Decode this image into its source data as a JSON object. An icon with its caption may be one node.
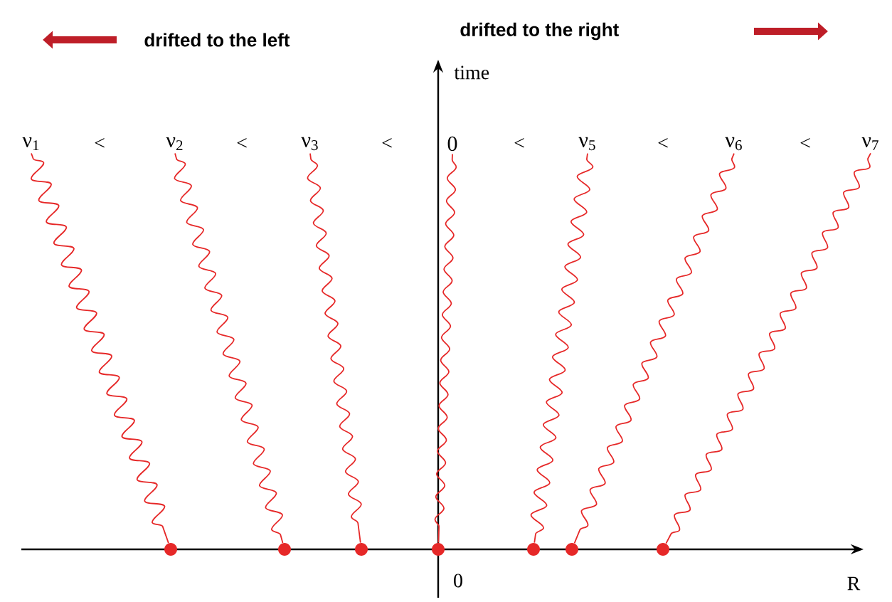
{
  "diagram": {
    "nodes": [
      {
        "text": [
          "ν$_{1}$"
        ]
      },
      {
        "text": [
          "ν$_{2}$"
        ]
      },
      {
        "text": [
          "ν$_{3}$"
        ]
      },
      {
        "text": [
          "0"
        ]
      },
      {
        "text": [
          "ν$_{5}$"
        ]
      },
      {
        "text": [
          "ν$_{6}$"
        ]
      },
      {
        "text": [
          "ν$_{7}$"
        ]
      },
      {
        "text": [],
        "shape": "circle"
      },
      {
        "text": [],
        "shape": "circle"
      },
      {
        "text": [],
        "shape": "circle"
      },
      {
        "text": [],
        "shape": "circle"
      },
      {
        "text": [],
        "shape": "circle"
      },
      {
        "text": [],
        "shape": "circle"
      },
      {
        "text": [],
        "shape": "circle"
      }
    ],
    "edges": [
      {
        "from": 0,
        "to": 7,
        "arrow": "none"
      },
      {
        "from": 1,
        "to": 8,
        "arrow": "none"
      },
      {
        "from": 2,
        "to": 9,
        "arrow": "none"
      },
      {
        "from": 3,
        "to": 10,
        "arrow": "none"
      },
      {
        "from": 4,
        "to": 11,
        "arrow": "none"
      },
      {
        "from": 5,
        "to": 12,
        "arrow": "none"
      },
      {
        "from": 6,
        "to": 13,
        "arrow": "none"
      }
    ],
    "labels": [
      "drifted to the left",
      "drifted to the right",
      "time",
      "<",
      "<",
      "<",
      "<",
      "<",
      "<",
      "0",
      "R"
    ]
  }
}
